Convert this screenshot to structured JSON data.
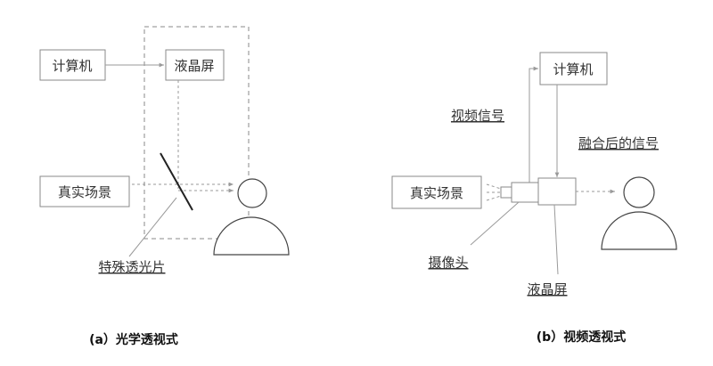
{
  "left_diagram": {
    "computer_label": "计算机",
    "lcd_label": "液晶屏",
    "real_scene_label": "真实场景",
    "special_lens_label": "特殊透光片",
    "caption": "(a）光学透视式"
  },
  "right_diagram": {
    "computer_label": "计算机",
    "video_signal_label": "视频信号",
    "fused_signal_label": "融合后的信号",
    "real_scene_label": "真实场景",
    "camera_label": "摄像头",
    "lcd_label": "液晶屏",
    "caption": "(b）视频透视式"
  }
}
